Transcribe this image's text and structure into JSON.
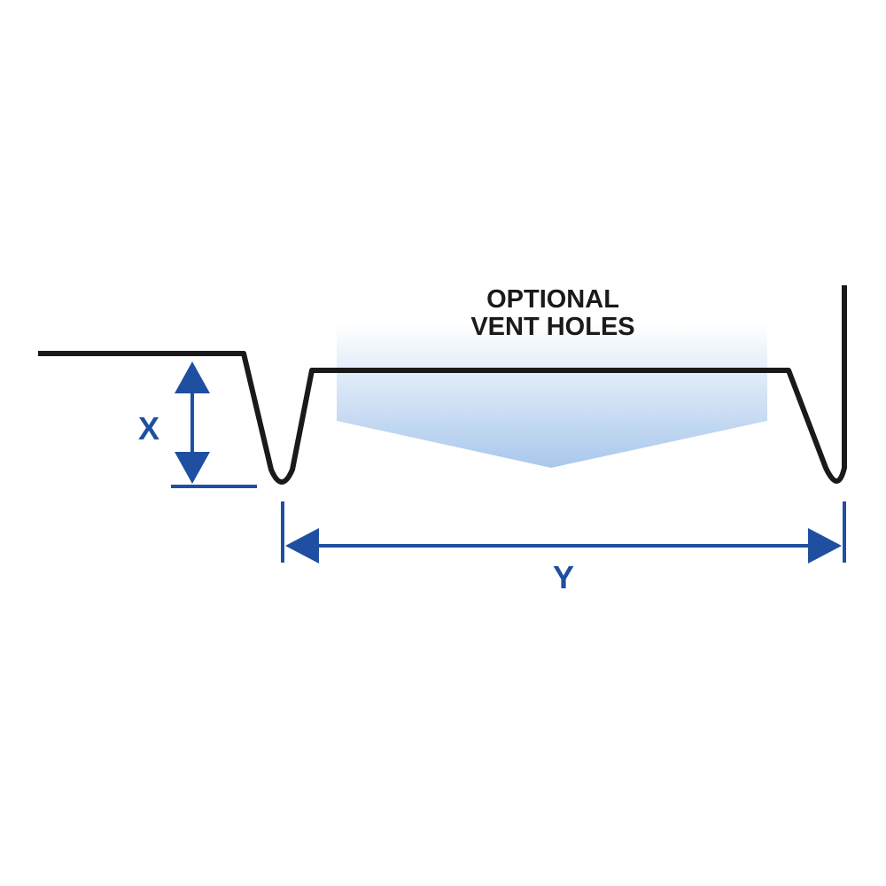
{
  "labels": {
    "vent_line_1": "OPTIONAL",
    "vent_line_2": "VENT HOLES",
    "height_dimension": "X",
    "width_dimension": "Y"
  },
  "colors": {
    "profile_line": "#1a1a1a",
    "dimension": "#1f4fa0",
    "vent_gradient_top": "#ffffff",
    "vent_gradient_bottom": "#a9c8ec"
  }
}
